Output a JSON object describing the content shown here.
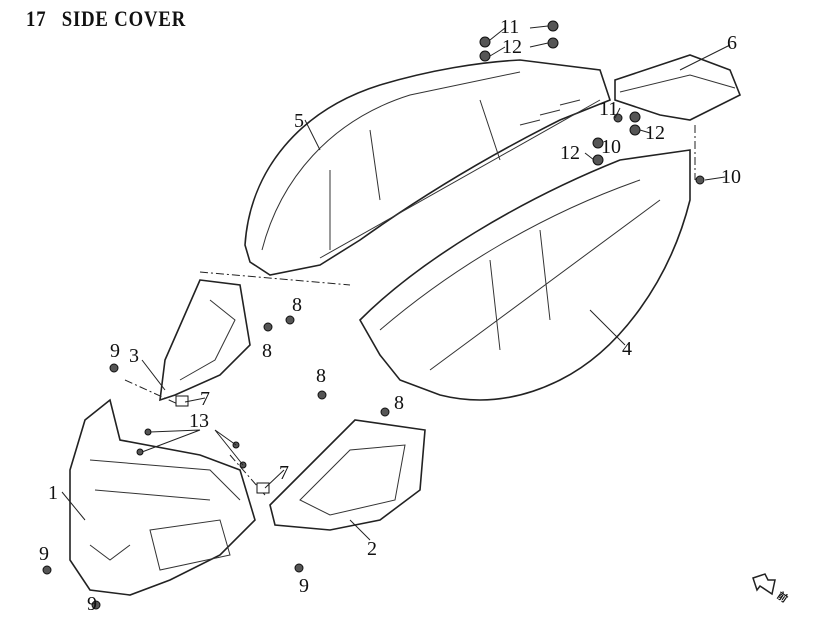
{
  "title": {
    "number": "17",
    "text": "SIDE COVER"
  },
  "callouts": [
    "1",
    "2",
    "3",
    "4",
    "5",
    "6",
    "7",
    "7",
    "8",
    "8",
    "8",
    "8",
    "9",
    "9",
    "9",
    "9",
    "10",
    "10",
    "11",
    "11",
    "12",
    "12",
    "12",
    "13"
  ],
  "front_indicator": "前"
}
